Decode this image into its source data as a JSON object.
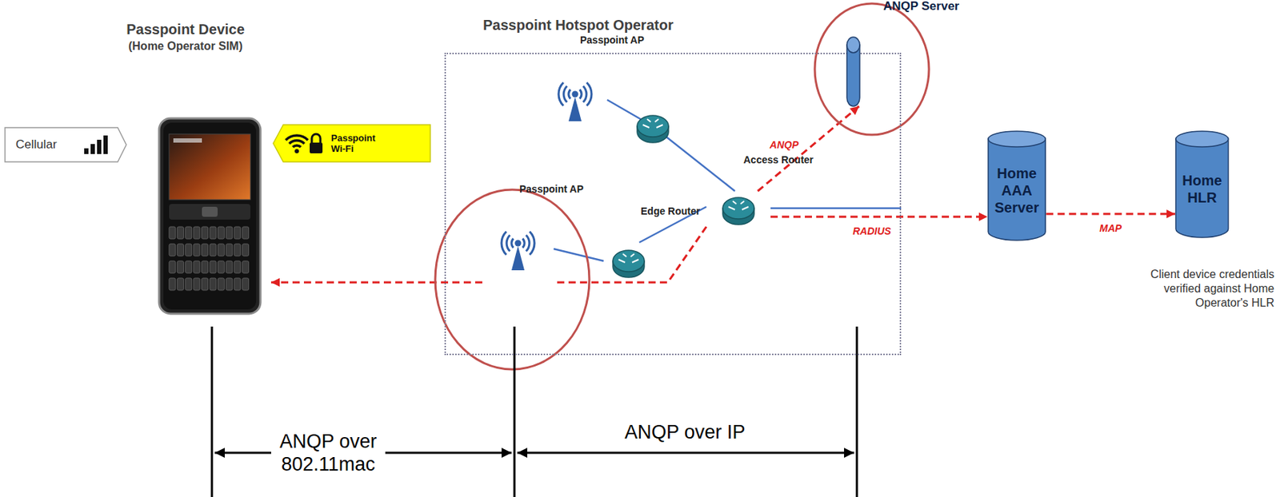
{
  "diagram": {
    "nodes": [
      {
        "text": [
          "Passpoint Device",
          "(Home Operator SIM)"
        ]
      },
      {
        "text": [
          "Cellular"
        ]
      },
      {
        "text": [
          "Passpoint Wi-Fi"
        ]
      },
      {
        "text": [
          "Passpoint Hotspot Operator"
        ]
      },
      {
        "text": [
          "Passpoint AP"
        ],
        "in": 3
      },
      {
        "text": [
          "Passpoint AP"
        ],
        "in": 3
      },
      {
        "text": [
          "Edge Router"
        ],
        "in": 3
      },
      {
        "text": [
          "Access Router"
        ],
        "in": 3
      },
      {
        "text": [
          "ANQP Server"
        ],
        "in": 3
      },
      {
        "text": [
          "Home AAA Server"
        ]
      },
      {
        "text": [
          "Home HLR"
        ]
      }
    ],
    "edges": [
      {
        "from": 5,
        "to": 0,
        "arrow": "to"
      },
      {
        "from": 4,
        "to": 7,
        "arrow": "none"
      },
      {
        "from": 7,
        "to": 6,
        "arrow": "none"
      },
      {
        "from": 6,
        "to": 5,
        "arrow": "none"
      },
      {
        "from": 7,
        "to": 5,
        "arrow": "none"
      },
      {
        "from": 7,
        "to": 8,
        "label": "ANQP",
        "arrow": "to"
      },
      {
        "from": 7,
        "to": 9,
        "label": "RADIUS",
        "arrow": "to"
      },
      {
        "from": 9,
        "to": 10,
        "label": "MAP",
        "arrow": "to"
      }
    ],
    "labels": [
      "ANQP over 802.11mac",
      "ANQP over IP",
      "Client device credentials verified against Home Operator's HLR"
    ]
  }
}
